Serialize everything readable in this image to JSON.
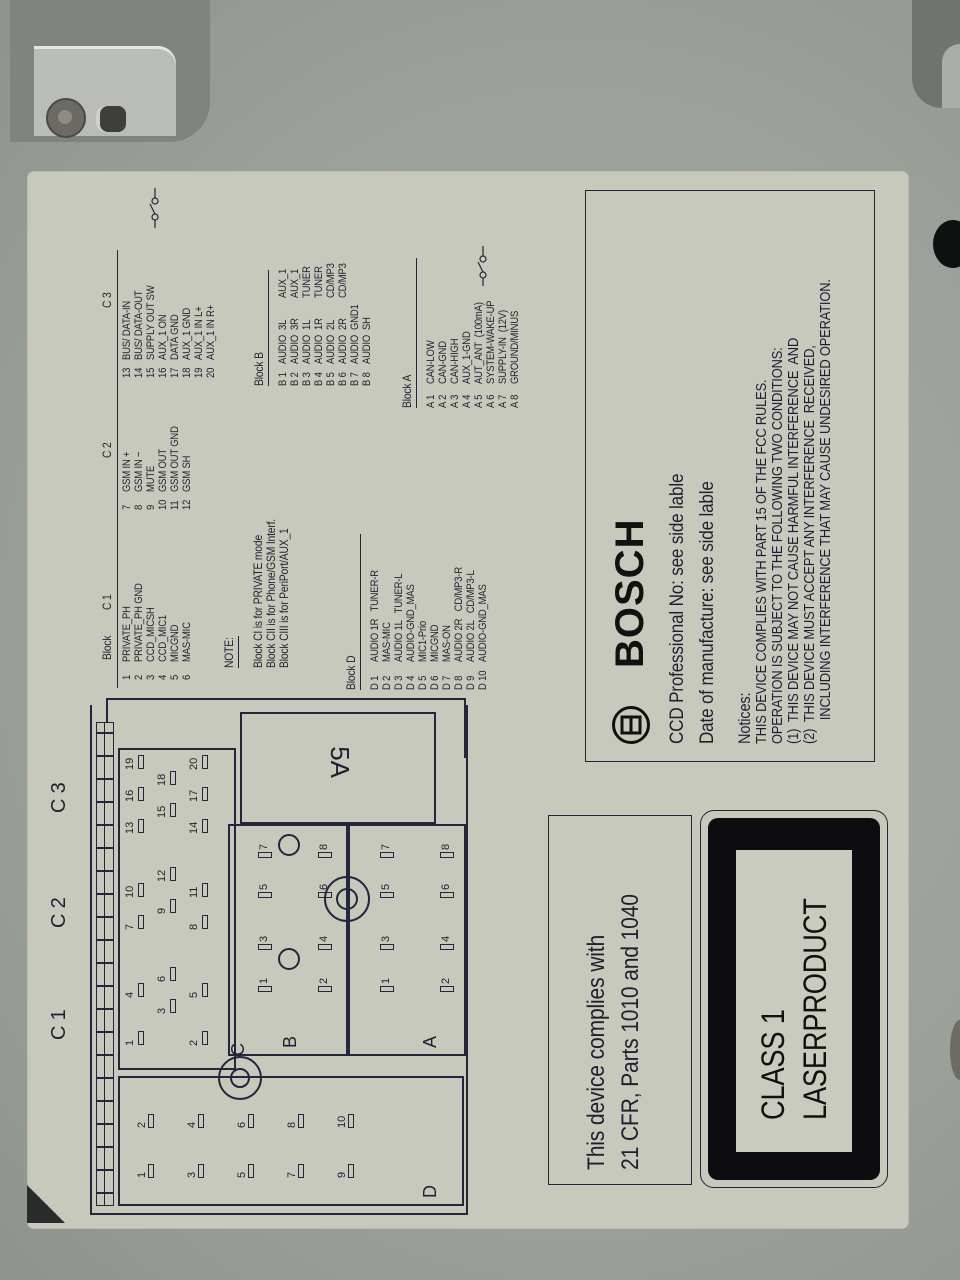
{
  "device_label": {
    "brand": "BOSCH",
    "connector_column_labels": [
      "C 1",
      "C 2",
      "C 3"
    ],
    "fuse_label": "5A",
    "block_letters": {
      "C": "C",
      "B": "B",
      "A": "A",
      "D": "D"
    },
    "block_c": {
      "header": "Block",
      "sections": [
        {
          "title": "C 1",
          "pins": [
            {
              "n": "1",
              "name": "PRIVATE_PH"
            },
            {
              "n": "2",
              "name": "PRIVATE_PH GND"
            },
            {
              "n": "3",
              "name": "CCD_MICSH"
            },
            {
              "n": "4",
              "name": "CCD_MIC1"
            },
            {
              "n": "5",
              "name": "MICGND"
            },
            {
              "n": "6",
              "name": "MAS-MIC"
            }
          ]
        },
        {
          "title": "C 2",
          "pins": [
            {
              "n": "7",
              "name": "GSM IN +"
            },
            {
              "n": "8",
              "name": "GSM IN −"
            },
            {
              "n": "9",
              "name": "MUTE"
            },
            {
              "n": "10",
              "name": "GSM OUT"
            },
            {
              "n": "11",
              "name": "GSM OUT GND"
            },
            {
              "n": "12",
              "name": "GSM SH"
            }
          ]
        },
        {
          "title": "C 3",
          "pins": [
            {
              "n": "13",
              "name": "BUS/ DATA-IN"
            },
            {
              "n": "14",
              "name": "BUS/ DATA-OUT"
            },
            {
              "n": "15",
              "name": "SUPPLY OUT SW"
            },
            {
              "n": "16",
              "name": "AUX_1 ON"
            },
            {
              "n": "17",
              "name": "DATA GND"
            },
            {
              "n": "18",
              "name": "AUX_1 GND"
            },
            {
              "n": "19",
              "name": "AUX_1 IN L+"
            },
            {
              "n": "20",
              "name": "AUX_1 IN R+"
            }
          ]
        }
      ]
    },
    "note": {
      "title": "NOTE:",
      "lines": [
        "Block CI is for PRIVATE mode",
        "Block CII is for Phone/GSM Interf.",
        "Block CIII is for PeriPort/AUX_1"
      ]
    },
    "block_b": {
      "title": "Block B",
      "pins": [
        {
          "n": "B 1",
          "name": "AUDIO  3L",
          "src": "AUX_1"
        },
        {
          "n": "B 2",
          "name": "AUDIO  3R",
          "src": "AUX_1"
        },
        {
          "n": "B 3",
          "name": "AUDIO  1L",
          "src": "TUNER"
        },
        {
          "n": "B 4",
          "name": "AUDIO  1R",
          "src": "TUNER"
        },
        {
          "n": "B 5",
          "name": "AUDIO  2L",
          "src": "CD/MP3"
        },
        {
          "n": "B 6",
          "name": "AUDIO  2R",
          "src": "CD/MP3"
        },
        {
          "n": "B 7",
          "name": "AUDIO  GND1",
          "src": ""
        },
        {
          "n": "B 8",
          "name": "AUDIO  SH",
          "src": ""
        }
      ]
    },
    "block_d": {
      "title": "Block D",
      "pins": [
        {
          "n": "D 1",
          "name": "AUDIO 1R   TUNER-R"
        },
        {
          "n": "D 2",
          "name": "MAS-MIC"
        },
        {
          "n": "D 3",
          "name": "AUDIO 1L   TUNER-L"
        },
        {
          "n": "D 4",
          "name": "AUDIO-GND_MAS"
        },
        {
          "n": "D 5",
          "name": "MIC1-Prio"
        },
        {
          "n": "D 6",
          "name": "MICGND"
        },
        {
          "n": "D 7",
          "name": "MAS-ON"
        },
        {
          "n": "D 8",
          "name": "AUDIO 2R   CD/MP3-R"
        },
        {
          "n": "D 9",
          "name": "AUDIO 2L   CD/MP3-L"
        },
        {
          "n": "D 10",
          "name": "AUDIO-GND_MAS"
        }
      ]
    },
    "block_a": {
      "title": "Block A",
      "pins": [
        {
          "n": "A 1",
          "name": "CAN-LOW"
        },
        {
          "n": "A 2",
          "name": "CAN-GND"
        },
        {
          "n": "A 3",
          "name": "CAN-HIGH"
        },
        {
          "n": "A 4",
          "name": "AUX_1-GND"
        },
        {
          "n": "A 5",
          "name": "AUT_ANT  (100mA)"
        },
        {
          "n": "A 6",
          "name": "SYSTEM-WAKE-UP"
        },
        {
          "n": "A 7",
          "name": "SUPPLY-IN  (12V)"
        },
        {
          "n": "A 8",
          "name": "GROUND/MINUS"
        }
      ]
    },
    "product_info": {
      "line1": "CCD Professional No: see side lable",
      "line2": "Date of manufacture: see side lable"
    },
    "notices": {
      "title": "Notices:",
      "lines": [
        "THIS DEVICE COMPLIES WITH PART 15 OF THE FCC RULES.",
        "OPERATION IS SUBJECT TO THE FOLLOWING TWO CONDITIONS:",
        "(1)  THIS DEVICE MAY NOT CAUSE HARMFUL INTERFERENCE  AND",
        "(2)  THIS DEVICE MUST ACCEPT ANY INTERFERENCE  RECEIVED,",
        "       INCLUDING INTERFERENCE THAT MAY CAUSE UNDESIRED OPERATION."
      ]
    },
    "compliance": {
      "line1": "This device complies with",
      "line2": "21 CFR, Parts 1010 and 1040"
    },
    "laser": {
      "line1": "CLASS 1",
      "line2": "LASERPRODUCT"
    },
    "diagram_pins": {
      "c": [
        "1",
        "2",
        "3",
        "4",
        "5",
        "6",
        "7",
        "8",
        "9",
        "10",
        "11",
        "12",
        "13",
        "14",
        "15",
        "16",
        "17",
        "18",
        "19",
        "20"
      ],
      "b": [
        "1",
        "2",
        "3",
        "4",
        "5",
        "6",
        "7",
        "8"
      ],
      "a": [
        "1",
        "2",
        "3",
        "4",
        "5",
        "6",
        "7",
        "8"
      ],
      "d": [
        "1",
        "2",
        "3",
        "4",
        "5",
        "6",
        "7",
        "8",
        "9",
        "10"
      ]
    },
    "colors": {
      "label_bg": "#c7c9bd",
      "ink": "#1e2030",
      "housing": "#9ba09a",
      "laser_black": "#0d0d10"
    }
  }
}
